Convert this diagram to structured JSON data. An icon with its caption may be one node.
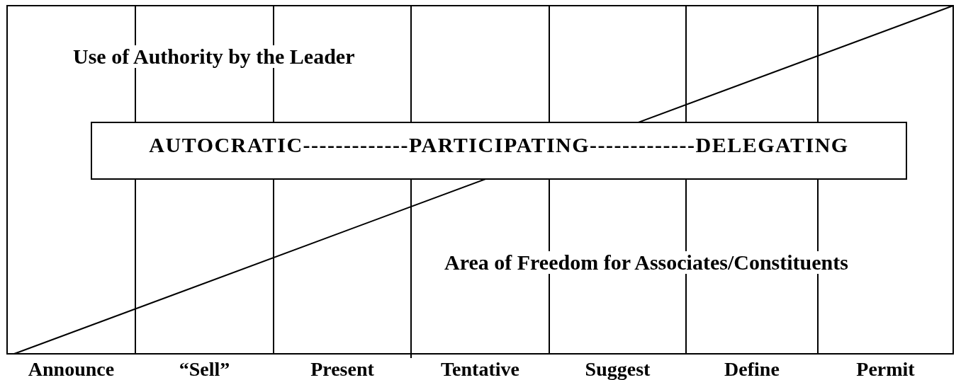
{
  "diagram": {
    "nodes": [
      {
        "text": [
          "AUTOCRATIC-------------PARTICIPATING-------------DELEGATING"
        ]
      }
    ],
    "labels": [
      "Use of Authority by the Leader",
      "Area of Freedom for Associates/Constituents",
      "Announce",
      "“Sell”",
      "Present",
      "Tentative",
      "Suggest",
      "Define",
      "Permit"
    ]
  }
}
